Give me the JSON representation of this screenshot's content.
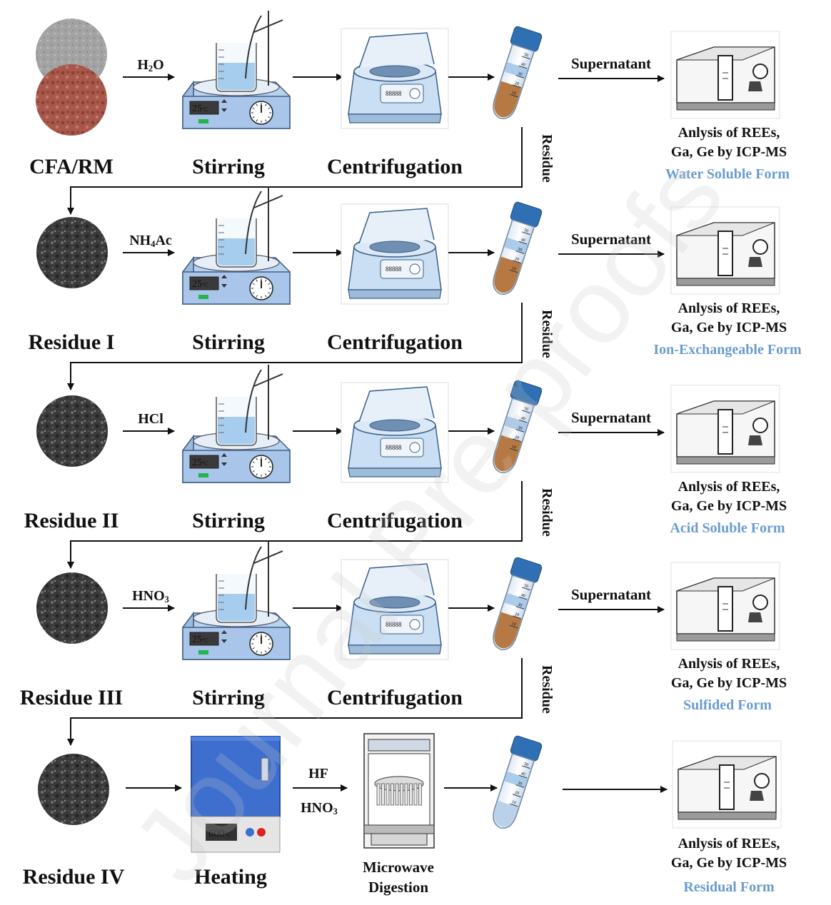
{
  "source_label": "CFA/RM",
  "rows": [
    {
      "sample_label": "CFA/RM",
      "reagent": [
        "H",
        "2",
        "O"
      ],
      "temp": "25",
      "temp_unit": "℃",
      "stir_label": "Stirring",
      "centrifuge_label": "Centrifugation",
      "supernatant_label": "Supernatant",
      "residue_label": "Residue",
      "analysis_line1": "Anlysis of REEs,",
      "analysis_line2": "Ga, Ge by ICP-MS",
      "form_label": "Water Soluble Form"
    },
    {
      "sample_label": "Residue I",
      "reagent": [
        "NH",
        "4",
        "Ac"
      ],
      "temp": "25",
      "temp_unit": "℃",
      "stir_label": "Stirring",
      "centrifuge_label": "Centrifugation",
      "supernatant_label": "Supernatant",
      "residue_label": "Residue",
      "analysis_line1": "Anlysis of REEs,",
      "analysis_line2": "Ga, Ge by ICP-MS",
      "form_label": "Ion-Exchangeable Form"
    },
    {
      "sample_label": "Residue II",
      "reagent": [
        "HCl",
        "",
        ""
      ],
      "temp": "25",
      "temp_unit": "℃",
      "stir_label": "Stirring",
      "centrifuge_label": "Centrifugation",
      "supernatant_label": "Supernatant",
      "residue_label": "Residue",
      "analysis_line1": "Anlysis of REEs,",
      "analysis_line2": "Ga, Ge by ICP-MS",
      "form_label": "Acid Soluble Form"
    },
    {
      "sample_label": "Residue III",
      "reagent": [
        "HNO",
        "3",
        ""
      ],
      "temp": "25",
      "temp_unit": "℃",
      "stir_label": "Stirring",
      "centrifuge_label": "Centrifugation",
      "supernatant_label": "Supernatant",
      "residue_label": "Residue",
      "analysis_line1": "Anlysis of REEs,",
      "analysis_line2": "Ga, Ge by ICP-MS",
      "form_label": "Sulfided Form"
    }
  ],
  "final_row": {
    "sample_label": "Residue IV",
    "oven_temp": "600",
    "oven_unit": "℃",
    "heat_label": "Heating",
    "reagent_top": "HF",
    "reagent_bottom": [
      "HNO",
      "3"
    ],
    "digest_line1": "Microwave",
    "digest_line2": "Digestion",
    "analysis_line1": "Anlysis of REEs,",
    "analysis_line2": "Ga, Ge by ICP-MS",
    "form_label": "Residual Form"
  },
  "tube_marks": [
    "50",
    "40",
    "30",
    "20",
    "10"
  ],
  "centrifuge_display": "88888",
  "watermark_text": "Journal Pre-proofs",
  "colors": {
    "form_blue": "#6a9ccf",
    "stirrer_blue": "#a9c9ea",
    "oven_blue": "#3f6fce",
    "tube_cap": "#2f6fb3",
    "sediment": "#c78a52",
    "cfa_gray": "#9a9a9a",
    "rm_red": "#a3564a"
  }
}
